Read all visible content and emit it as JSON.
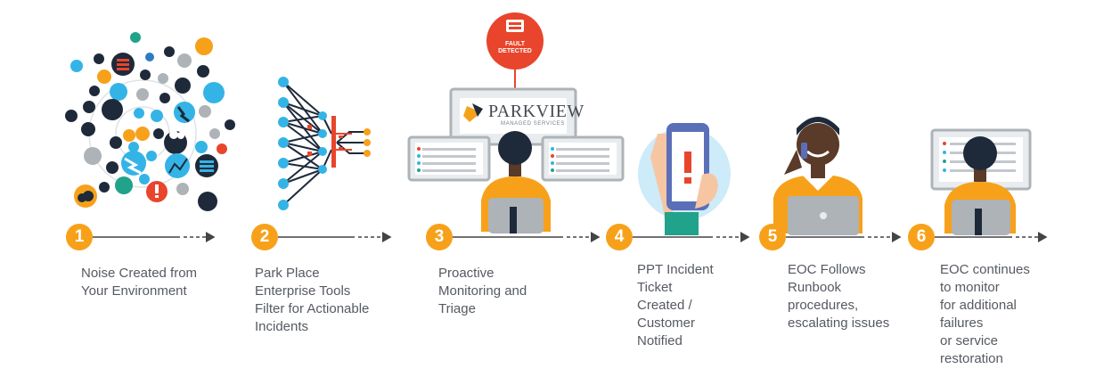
{
  "colors": {
    "orange": "#f7a11a",
    "red": "#e8452c",
    "light_blue": "#34b4e6",
    "dark_navy": "#1e2a3a",
    "gray": "#aeb3b8",
    "text": "#555a61"
  },
  "badge": {
    "text": "FAULT\nDETECTED",
    "icon": "server-icon"
  },
  "logo": {
    "name": "PARKVIEW",
    "tagline": "MANAGED SERVICES"
  },
  "steps": [
    {
      "number": "1",
      "caption": "Noise Created from\nYour Environment"
    },
    {
      "number": "2",
      "caption": "Park Place\nEnterprise Tools\nFilter for Actionable\nIncidents"
    },
    {
      "number": "3",
      "caption": "Proactive\nMonitoring and\nTriage"
    },
    {
      "number": "4",
      "caption": "PPT Incident\nTicket\nCreated /\nCustomer\nNotified"
    },
    {
      "number": "5",
      "caption": "EOC Follows\nRunbook\nprocedures,\nescalating issues"
    },
    {
      "number": "6",
      "caption": "EOC continues\nto monitor\nfor additional\nfailures\nor service\nrestoration"
    }
  ]
}
